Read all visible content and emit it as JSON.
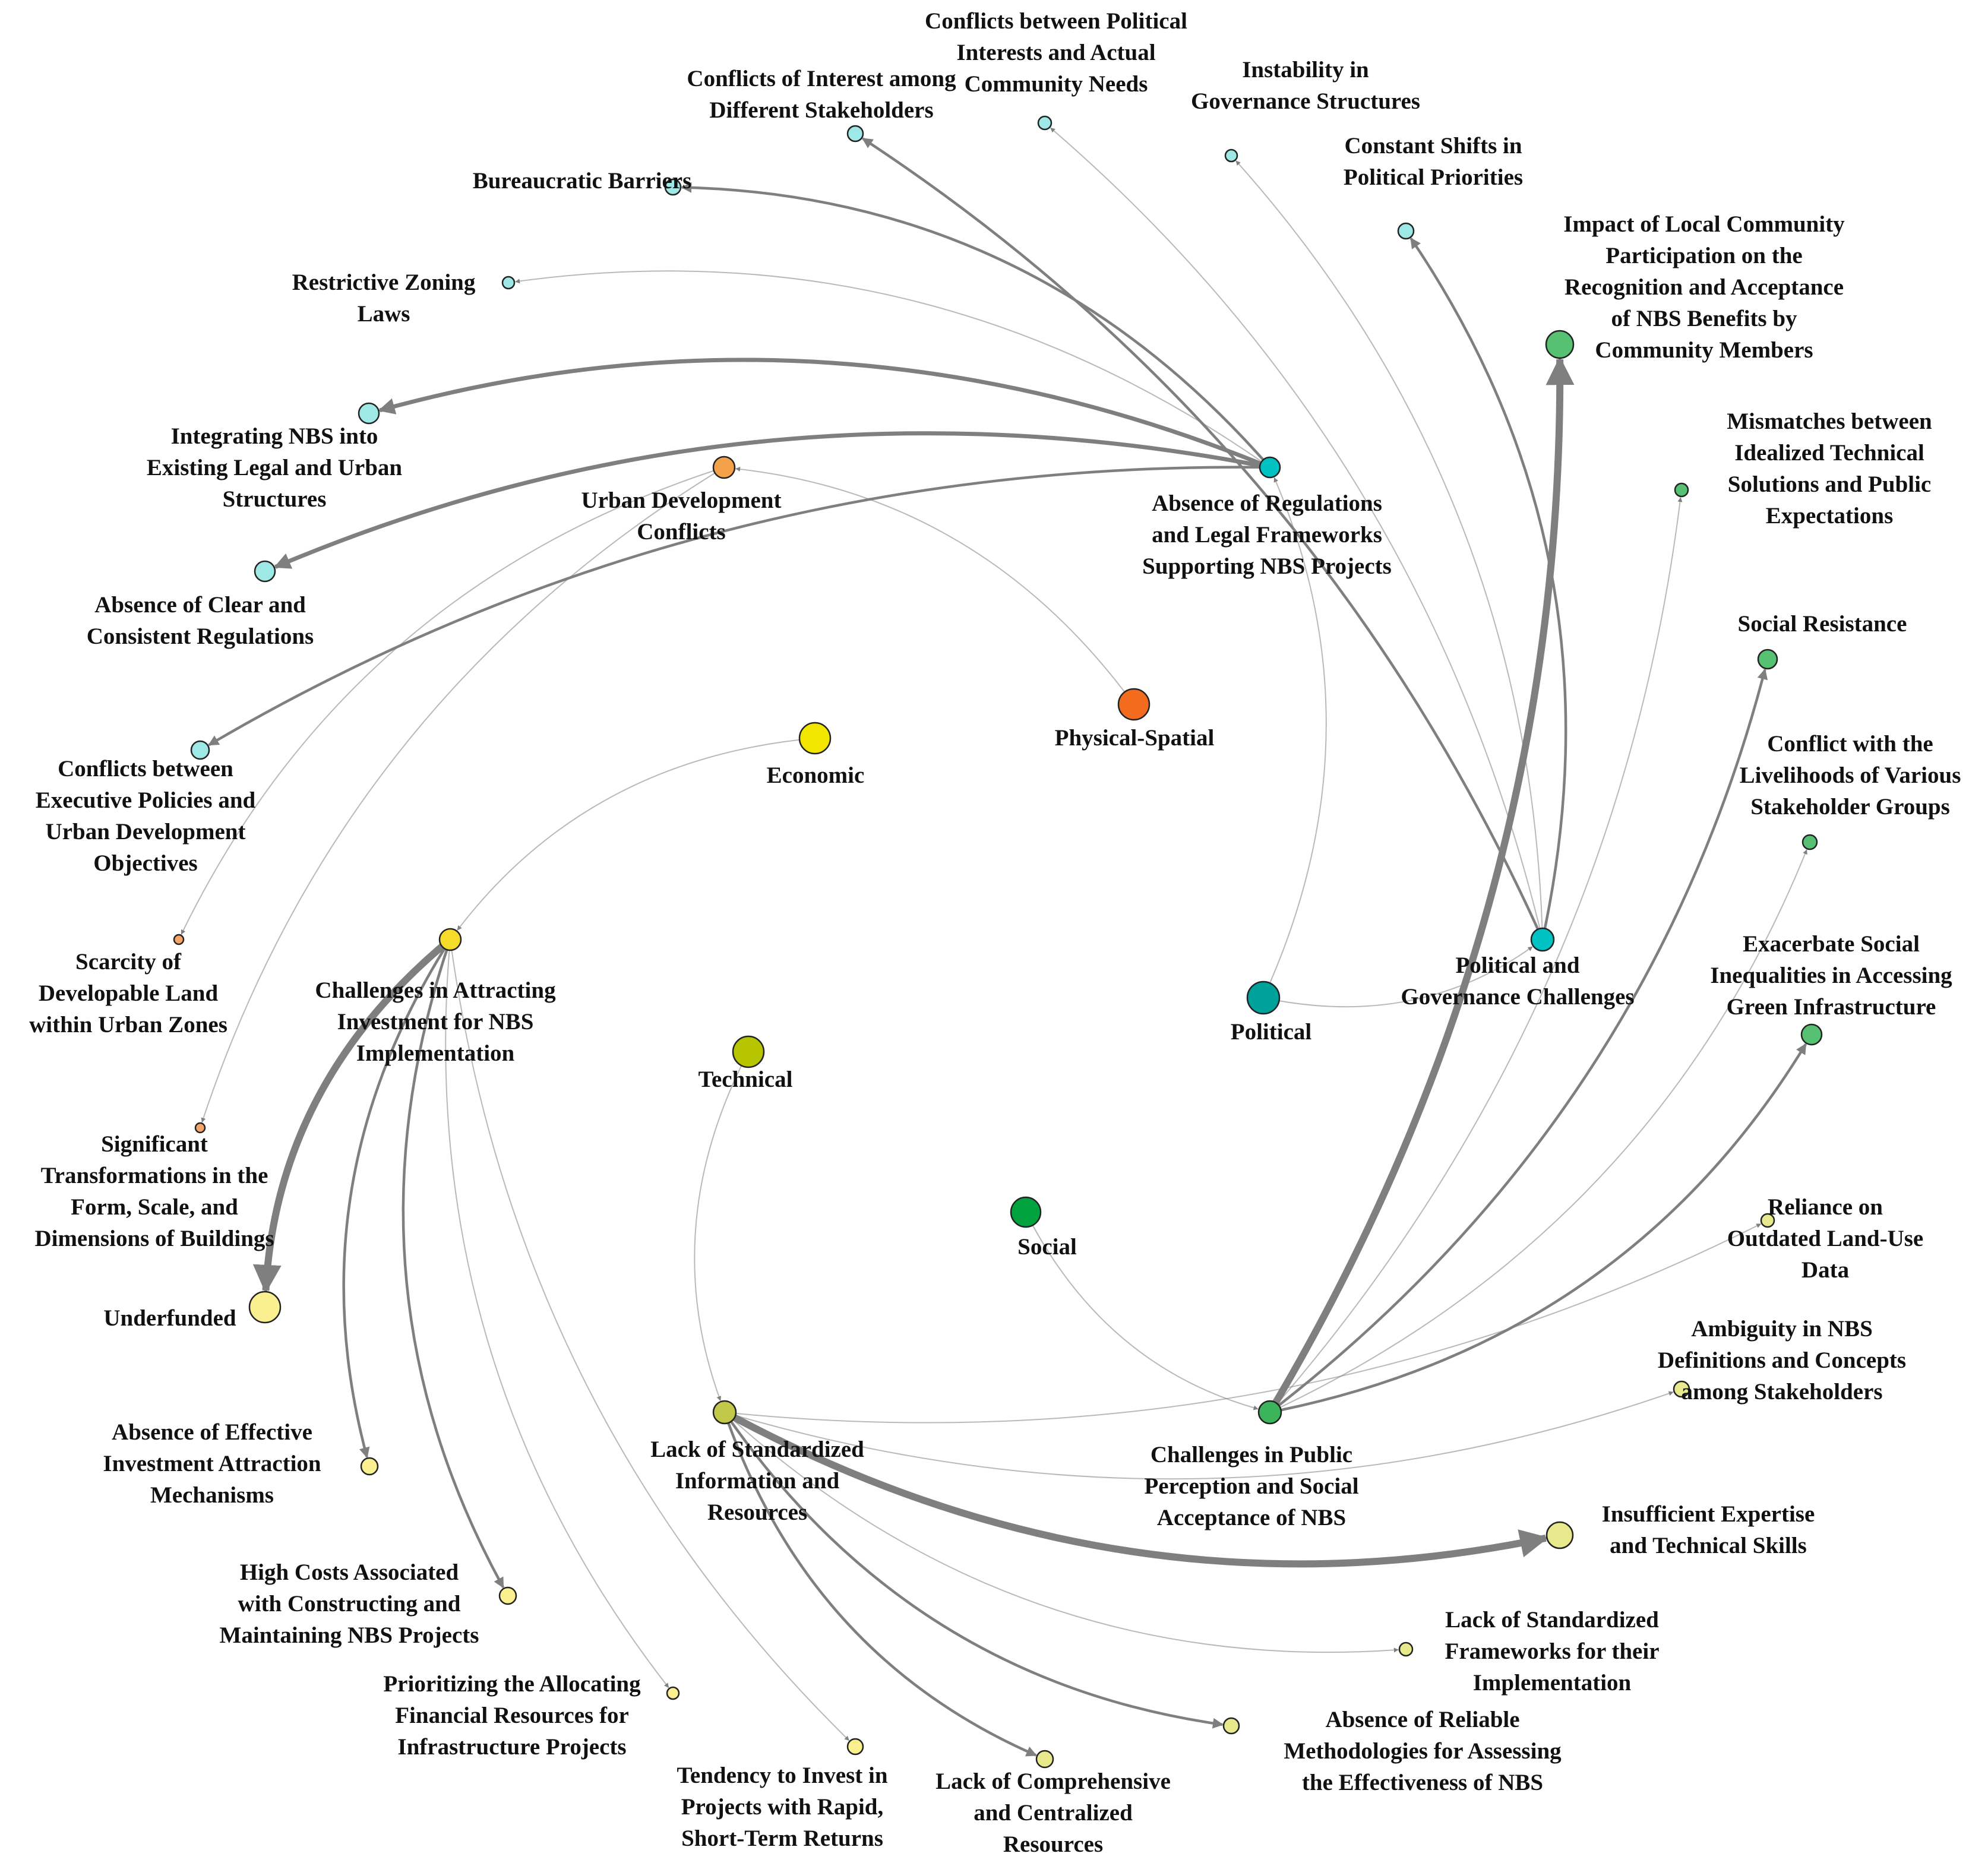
{
  "colors": {
    "edge": "#7f7f7f",
    "political": "#00a19a",
    "political_light": "#9ee8e6",
    "political_mid": "#00c2c2",
    "physical": "#f26b1f",
    "physical_light": "#f4a66a",
    "economic": "#f2e600",
    "economic_mid": "#f5dc2a",
    "economic_light": "#fbf08f",
    "technical": "#b7c400",
    "technical_mid": "#c2c94a",
    "technical_light": "#e8e98c",
    "social": "#00a23f",
    "social_mid": "#3cb45c",
    "social_light": "#56c172"
  },
  "nodes": [
    {
      "id": "political",
      "label": "Political",
      "color": "#00a19a"
    },
    {
      "id": "physical",
      "label": "Physical-Spatial",
      "color": "#f26b1f"
    },
    {
      "id": "economic",
      "label": "Economic",
      "color": "#f2e600"
    },
    {
      "id": "technical",
      "label": "Technical",
      "color": "#b7c400"
    },
    {
      "id": "social",
      "label": "Social",
      "color": "#00a23f"
    },
    {
      "id": "pol_gov",
      "label": "Political and Governance Challenges",
      "color": "#00c2c2"
    },
    {
      "id": "absence_reg",
      "label": "Absence of Regulations and Legal Frameworks Supporting NBS Projects",
      "color": "#00c2c2"
    },
    {
      "id": "urban_dev",
      "label": "Urban Development Conflicts",
      "color": "#f4a24a"
    },
    {
      "id": "attract_inv",
      "label": "Challenges in Attracting Investment for NBS Implementation",
      "color": "#f5dc2a"
    },
    {
      "id": "lack_std",
      "label": "Lack of Standardized Information and Resources",
      "color": "#c2c94a"
    },
    {
      "id": "public_perc",
      "label": "Challenges in Public Perception and Social Acceptance of NBS",
      "color": "#3cb45c"
    },
    {
      "id": "conf_pol_int",
      "label": "Conflicts between Political Interests and Actual Community Needs",
      "color": "#9ee8e6"
    },
    {
      "id": "conf_interest",
      "label": "Conflicts of Interest among Different Stakeholders",
      "color": "#9ee8e6"
    },
    {
      "id": "instability",
      "label": "Instability in Governance Structures",
      "color": "#9ee8e6"
    },
    {
      "id": "shifts",
      "label": "Constant Shifts in Political Priorities",
      "color": "#9ee8e6"
    },
    {
      "id": "bureaucratic",
      "label": "Bureaucratic Barriers",
      "color": "#9ee8e6"
    },
    {
      "id": "zoning",
      "label": "Restrictive Zoning Laws",
      "color": "#9ee8e6"
    },
    {
      "id": "integrating",
      "label": "Integrating NBS into Existing Legal and Urban Structures",
      "color": "#9ee8e6"
    },
    {
      "id": "absence_clear",
      "label": "Absence of Clear and Consistent Regulations",
      "color": "#9ee8e6"
    },
    {
      "id": "conf_exec",
      "label": "Conflicts between Executive Policies and Urban Development Objectives",
      "color": "#9ee8e6"
    },
    {
      "id": "scarcity",
      "label": "Scarcity of Developable Land within Urban Zones",
      "color": "#f4a66a"
    },
    {
      "id": "transform",
      "label": "Significant Transformations in the Form, Scale, and Dimensions of Buildings",
      "color": "#f4a66a"
    },
    {
      "id": "underfunded",
      "label": "Underfunded",
      "color": "#fbf08f"
    },
    {
      "id": "inv_mech",
      "label": "Absence of Effective Investment Attraction Mechanisms",
      "color": "#fbf08f"
    },
    {
      "id": "high_costs",
      "label": "High Costs Associated with Constructing and Maintaining NBS Projects",
      "color": "#fbf08f"
    },
    {
      "id": "prioritizing",
      "label": "Prioritizing the Allocating Financial Resources for Infrastructure Projects",
      "color": "#fbf08f"
    },
    {
      "id": "rapid",
      "label": "Tendency to Invest in Projects with Rapid, Short-Term Returns",
      "color": "#fbf08f"
    },
    {
      "id": "comprehensive",
      "label": "Lack of Comprehensive and Centralized Resources",
      "color": "#e8e98c"
    },
    {
      "id": "methodologies",
      "label": "Absence of Reliable Methodologies for Assessing the Effectiveness of NBS",
      "color": "#e8e98c"
    },
    {
      "id": "frameworks",
      "label": "Lack of Standardized Frameworks for their Implementation",
      "color": "#e8e98c"
    },
    {
      "id": "expertise",
      "label": "Insufficient Expertise and Technical Skills",
      "color": "#e8e98c"
    },
    {
      "id": "ambiguity",
      "label": "Ambiguity in NBS Definitions and Concepts among Stakeholders",
      "color": "#e8e98c"
    },
    {
      "id": "outdated",
      "label": "Reliance on Outdated Land-Use Data",
      "color": "#e8e98c"
    },
    {
      "id": "participation",
      "label": "Impact of Local Community Participation on the Recognition and Acceptance of NBS Benefits by Community Members",
      "color": "#56c172"
    },
    {
      "id": "mismatches",
      "label": "Mismatches between Idealized Technical Solutions and Public Expectations",
      "color": "#56c172"
    },
    {
      "id": "resistance",
      "label": "Social Resistance",
      "color": "#56c172"
    },
    {
      "id": "livelihoods",
      "label": "Conflict with the Livelihoods of Various Stakeholder Groups",
      "color": "#56c172"
    },
    {
      "id": "inequalities",
      "label": "Exacerbate Social Inequalities in Accessing Green Infrastructure",
      "color": "#56c172"
    }
  ],
  "edges": [
    {
      "from": "political",
      "to": "pol_gov",
      "weight": 1
    },
    {
      "from": "political",
      "to": "absence_reg",
      "weight": 1
    },
    {
      "from": "physical",
      "to": "urban_dev",
      "weight": 1
    },
    {
      "from": "economic",
      "to": "attract_inv",
      "weight": 1
    },
    {
      "from": "technical",
      "to": "lack_std",
      "weight": 1
    },
    {
      "from": "social",
      "to": "public_perc",
      "weight": 1
    },
    {
      "from": "absence_reg",
      "to": "integrating",
      "weight": 3
    },
    {
      "from": "absence_reg",
      "to": "absence_clear",
      "weight": 3
    },
    {
      "from": "absence_reg",
      "to": "zoning",
      "weight": 1
    },
    {
      "from": "absence_reg",
      "to": "bureaucratic",
      "weight": 2
    },
    {
      "from": "absence_reg",
      "to": "conf_exec",
      "weight": 2
    },
    {
      "from": "pol_gov",
      "to": "conf_interest",
      "weight": 2
    },
    {
      "from": "pol_gov",
      "to": "conf_pol_int",
      "weight": 1
    },
    {
      "from": "pol_gov",
      "to": "instability",
      "weight": 1
    },
    {
      "from": "pol_gov",
      "to": "shifts",
      "weight": 2
    },
    {
      "from": "urban_dev",
      "to": "scarcity",
      "weight": 1
    },
    {
      "from": "urban_dev",
      "to": "transform",
      "weight": 1
    },
    {
      "from": "attract_inv",
      "to": "underfunded",
      "weight": 5
    },
    {
      "from": "attract_inv",
      "to": "inv_mech",
      "weight": 2
    },
    {
      "from": "attract_inv",
      "to": "high_costs",
      "weight": 2
    },
    {
      "from": "attract_inv",
      "to": "prioritizing",
      "weight": 1
    },
    {
      "from": "attract_inv",
      "to": "rapid",
      "weight": 1
    },
    {
      "from": "lack_std",
      "to": "expertise",
      "weight": 5
    },
    {
      "from": "lack_std",
      "to": "comprehensive",
      "weight": 2
    },
    {
      "from": "lack_std",
      "to": "methodologies",
      "weight": 2
    },
    {
      "from": "lack_std",
      "to": "frameworks",
      "weight": 1
    },
    {
      "from": "lack_std",
      "to": "ambiguity",
      "weight": 1
    },
    {
      "from": "lack_std",
      "to": "outdated",
      "weight": 1
    },
    {
      "from": "public_perc",
      "to": "participation",
      "weight": 5
    },
    {
      "from": "public_perc",
      "to": "resistance",
      "weight": 2
    },
    {
      "from": "public_perc",
      "to": "inequalities",
      "weight": 2
    },
    {
      "from": "public_perc",
      "to": "mismatches",
      "weight": 1
    },
    {
      "from": "public_perc",
      "to": "livelihoods",
      "weight": 1
    }
  ]
}
